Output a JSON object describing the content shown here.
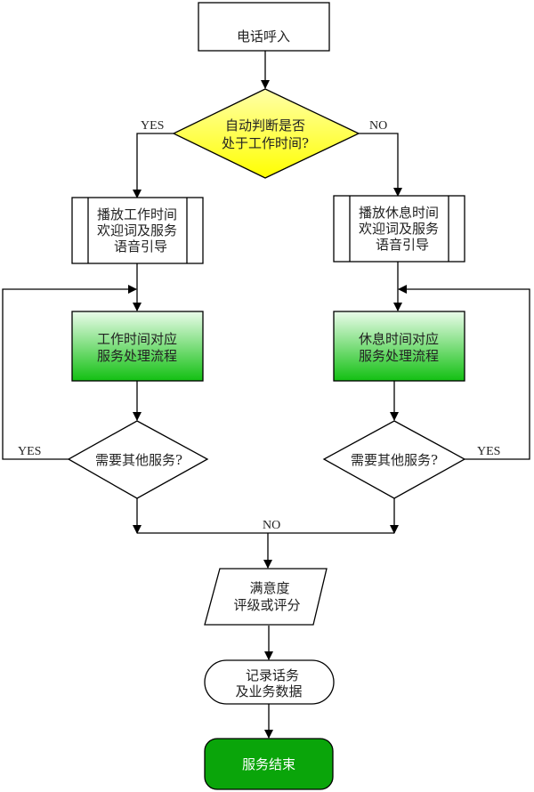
{
  "diagram": {
    "title": "电话服务流程",
    "colors": {
      "decision_fill": "#ffff00",
      "process_green_top": "#e8fbe8",
      "process_green_bottom": "#16c316",
      "end_fill": "#0aa50a",
      "line": "#000000"
    },
    "nodes": {
      "start": {
        "lines": [
          "电话呼入"
        ]
      },
      "decision_worktime": {
        "lines": [
          "自动判断是否",
          "处于工作时间?"
        ]
      },
      "play_work": {
        "lines": [
          "播放工作时间",
          "欢迎词及服务",
          "语音引导"
        ]
      },
      "play_rest": {
        "lines": [
          "播放休息时间",
          "欢迎词及服务",
          "语音引导"
        ]
      },
      "proc_work": {
        "lines": [
          "工作时间对应",
          "服务处理流程"
        ]
      },
      "proc_rest": {
        "lines": [
          "休息时间对应",
          "服务处理流程"
        ]
      },
      "need_more_left": {
        "lines": [
          "需要其他服务?"
        ]
      },
      "need_more_right": {
        "lines": [
          "需要其他服务?"
        ]
      },
      "rating": {
        "lines": [
          "满意度",
          "评级或评分"
        ]
      },
      "record": {
        "lines": [
          "记录话务",
          "及业务数据"
        ]
      },
      "end": {
        "lines": [
          "服务结束"
        ]
      }
    },
    "edge_labels": {
      "worktime_yes": "YES",
      "worktime_no": "NO",
      "left_yes": "YES",
      "right_yes": "YES",
      "merge_no": "NO"
    }
  }
}
